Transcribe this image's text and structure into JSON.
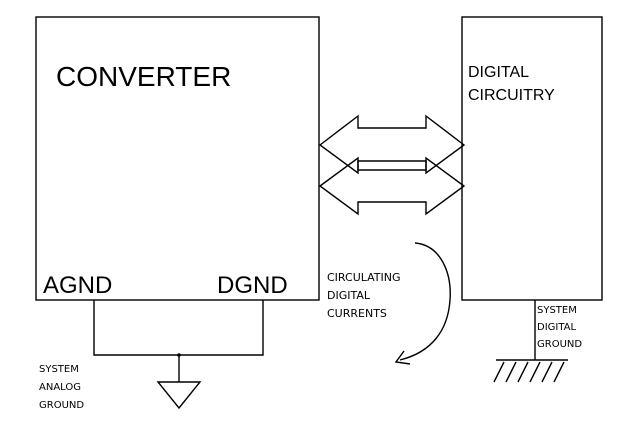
{
  "converter": {
    "title": "CONVERTER",
    "agnd_label": "AGND",
    "dgnd_label": "DGND"
  },
  "digital": {
    "title_line1": "DIGITAL",
    "title_line2": "CIRCUITRY"
  },
  "loop_label": {
    "line1": "CIRCULATING",
    "line2": "DIGITAL",
    "line3": "CURRENTS"
  },
  "analog_ground": {
    "line1": "SYSTEM",
    "line2": "ANALOG",
    "line3": "GROUND"
  },
  "digital_ground": {
    "line1": "SYSTEM",
    "line2": "DIGITAL",
    "line3": "GROUND"
  },
  "colors": {
    "line": "#000000",
    "background": "#ffffff"
  }
}
